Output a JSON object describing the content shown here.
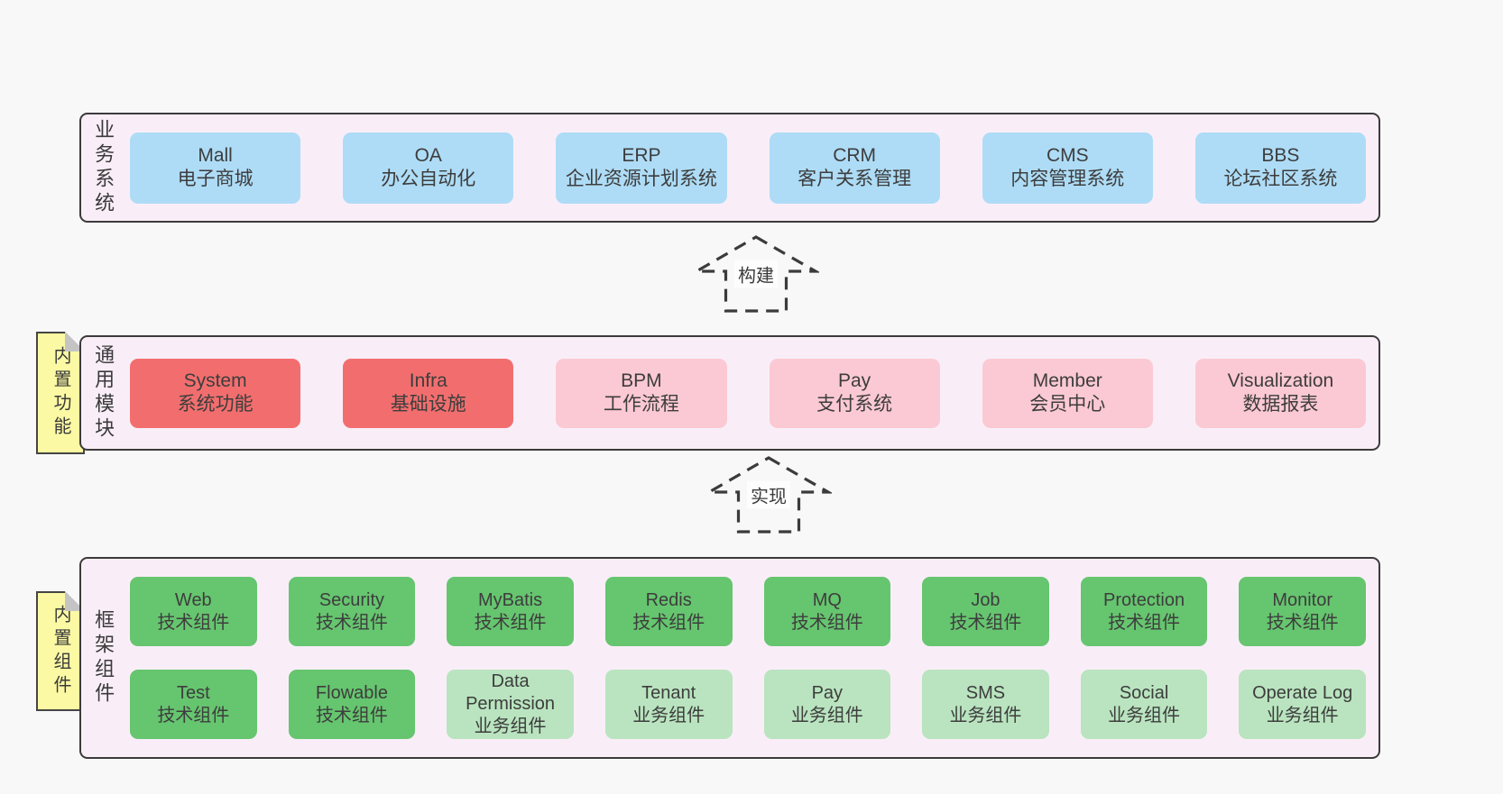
{
  "palette": {
    "page_bg": "#f8f8f8",
    "panel_bg": "#f9eef8",
    "panel_border": "#3b3b3b",
    "box_blue": "#aedcf6",
    "box_red": "#f26e6e",
    "box_pink": "#fbc9d3",
    "box_green": "#66c56f",
    "box_light_green": "#b9e4bf",
    "note_yellow": "#fbf9a3",
    "note_fold_gray": "#c4c4c4",
    "text": "#3d3d3d"
  },
  "sections": {
    "business": {
      "label": "业务系统",
      "boxes": [
        {
          "title": "Mall",
          "subtitle": "电子商城"
        },
        {
          "title": "OA",
          "subtitle": "办公自动化"
        },
        {
          "title": "ERP",
          "subtitle": "企业资源计划系统"
        },
        {
          "title": "CRM",
          "subtitle": "客户关系管理"
        },
        {
          "title": "CMS",
          "subtitle": "内容管理系统"
        },
        {
          "title": "BBS",
          "subtitle": "论坛社区系统"
        }
      ]
    },
    "modules": {
      "label": "通用模块",
      "note": "内置功能",
      "boxes": [
        {
          "title": "System",
          "subtitle": "系统功能"
        },
        {
          "title": "Infra",
          "subtitle": "基础设施"
        },
        {
          "title": "BPM",
          "subtitle": "工作流程"
        },
        {
          "title": "Pay",
          "subtitle": "支付系统"
        },
        {
          "title": "Member",
          "subtitle": "会员中心"
        },
        {
          "title": "Visualization",
          "subtitle": "数据报表"
        }
      ]
    },
    "components": {
      "label": "框架组件",
      "note": "内置组件",
      "row1": [
        {
          "title": "Web",
          "subtitle": "技术组件"
        },
        {
          "title": "Security",
          "subtitle": "技术组件"
        },
        {
          "title": "MyBatis",
          "subtitle": "技术组件"
        },
        {
          "title": "Redis",
          "subtitle": "技术组件"
        },
        {
          "title": "MQ",
          "subtitle": "技术组件"
        },
        {
          "title": "Job",
          "subtitle": "技术组件"
        },
        {
          "title": "Protection",
          "subtitle": "技术组件"
        },
        {
          "title": "Monitor",
          "subtitle": "技术组件"
        }
      ],
      "row2": [
        {
          "title": "Test",
          "subtitle": "技术组件"
        },
        {
          "title": "Flowable",
          "subtitle": "技术组件"
        },
        {
          "title": "Data Permission",
          "subtitle": "业务组件"
        },
        {
          "title": "Tenant",
          "subtitle": "业务组件"
        },
        {
          "title": "Pay",
          "subtitle": "业务组件"
        },
        {
          "title": "SMS",
          "subtitle": "业务组件"
        },
        {
          "title": "Social",
          "subtitle": "业务组件"
        },
        {
          "title": "Operate Log",
          "subtitle": "业务组件"
        }
      ]
    }
  },
  "arrows": {
    "build": "构建",
    "implement": "实现"
  }
}
